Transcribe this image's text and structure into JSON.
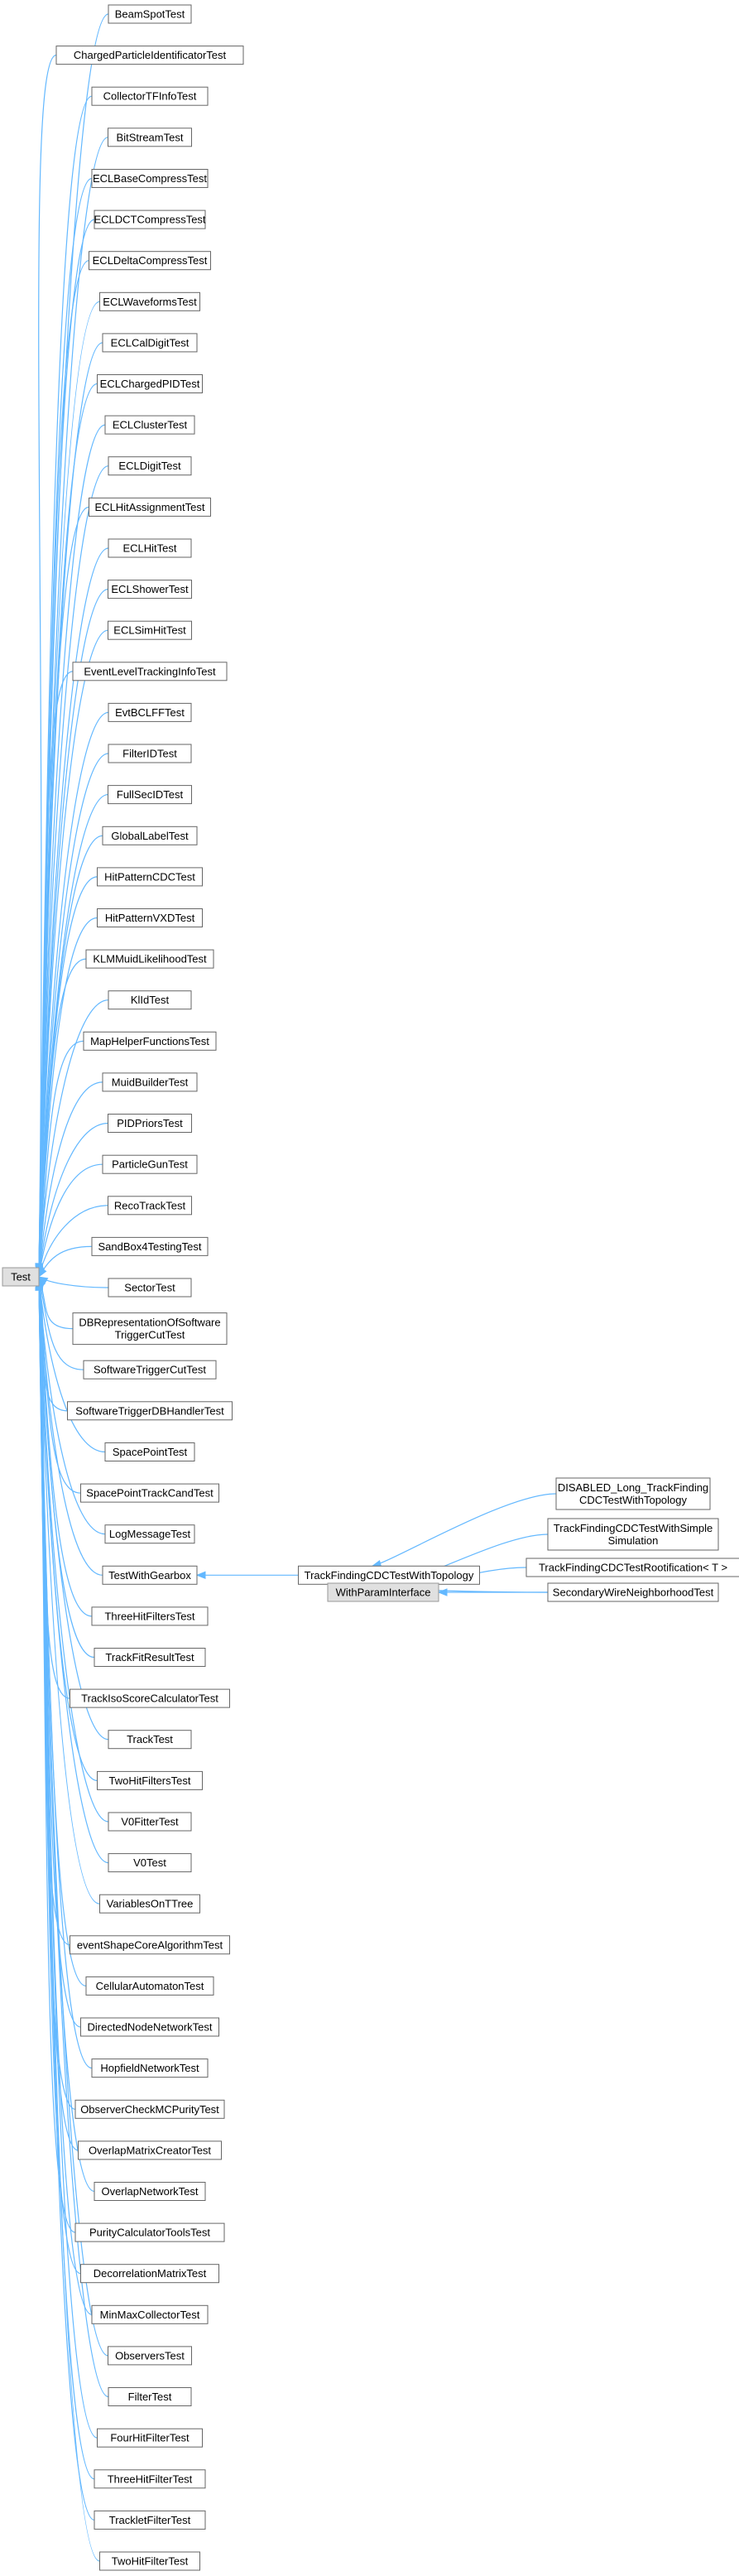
{
  "diagram": {
    "root": "Test",
    "children": [
      [
        "BeamSpotTest"
      ],
      [
        "ChargedParticleIdentificatorTest"
      ],
      [
        "CollectorTFInfoTest"
      ],
      [
        "BitStreamTest"
      ],
      [
        "ECLBaseCompressTest"
      ],
      [
        "ECLDCTCompressTest"
      ],
      [
        "ECLDeltaCompressTest"
      ],
      [
        "ECLWaveformsTest"
      ],
      [
        "ECLCalDigitTest"
      ],
      [
        "ECLChargedPIDTest"
      ],
      [
        "ECLClusterTest"
      ],
      [
        "ECLDigitTest"
      ],
      [
        "ECLHitAssignmentTest"
      ],
      [
        "ECLHitTest"
      ],
      [
        "ECLShowerTest"
      ],
      [
        "ECLSimHitTest"
      ],
      [
        "EventLevelTrackingInfoTest"
      ],
      [
        "EvtBCLFFTest"
      ],
      [
        "FilterIDTest"
      ],
      [
        "FullSecIDTest"
      ],
      [
        "GlobalLabelTest"
      ],
      [
        "HitPatternCDCTest"
      ],
      [
        "HitPatternVXDTest"
      ],
      [
        "KLMMuidLikelihoodTest"
      ],
      [
        "KlIdTest"
      ],
      [
        "MapHelperFunctionsTest"
      ],
      [
        "MuidBuilderTest"
      ],
      [
        "PIDPriorsTest"
      ],
      [
        "ParticleGunTest"
      ],
      [
        "RecoTrackTest"
      ],
      [
        "SandBox4TestingTest"
      ],
      [
        "SectorTest"
      ],
      [
        "DBRepresentationOfSoftware",
        "TriggerCutTest"
      ],
      [
        "SoftwareTriggerCutTest"
      ],
      [
        "SoftwareTriggerDBHandlerTest"
      ],
      [
        "SpacePointTest"
      ],
      [
        "SpacePointTrackCandTest"
      ],
      [
        "LogMessageTest"
      ],
      [
        "TestWithGearbox"
      ],
      [
        "ThreeHitFiltersTest"
      ],
      [
        "TrackFitResultTest"
      ],
      [
        "TrackIsoScoreCalculatorTest"
      ],
      [
        "TrackTest"
      ],
      [
        "TwoHitFiltersTest"
      ],
      [
        "V0FitterTest"
      ],
      [
        "V0Test"
      ],
      [
        "VariablesOnTTree"
      ],
      [
        "eventShapeCoreAlgorithmTest"
      ],
      [
        "CellularAutomatonTest"
      ],
      [
        "DirectedNodeNetworkTest"
      ],
      [
        "HopfieldNetworkTest"
      ],
      [
        "ObserverCheckMCPurityTest"
      ],
      [
        "OverlapMatrixCreatorTest"
      ],
      [
        "OverlapNetworkTest"
      ],
      [
        "PurityCalculatorToolsTest"
      ],
      [
        "DecorrelationMatrixTest"
      ],
      [
        "MinMaxCollectorTest"
      ],
      [
        "ObserversTest"
      ],
      [
        "FilterTest"
      ],
      [
        "FourHitFilterTest"
      ],
      [
        "ThreeHitFilterTest"
      ],
      [
        "TrackletFilterTest"
      ],
      [
        "TwoHitFilterTest"
      ]
    ],
    "topology": [
      "TrackFindingCDCTestWithTopology"
    ],
    "topology_children": [
      [
        "DISABLED_Long_TrackFinding",
        "CDCTestWithTopology"
      ],
      [
        "TrackFindingCDCTestWithSimple",
        "Simulation"
      ],
      [
        "TrackFindingCDCTestRootification< T >"
      ],
      [
        "SecondaryWireNeighborhoodTest"
      ]
    ],
    "interface": [
      "WithParamInterface"
    ]
  }
}
